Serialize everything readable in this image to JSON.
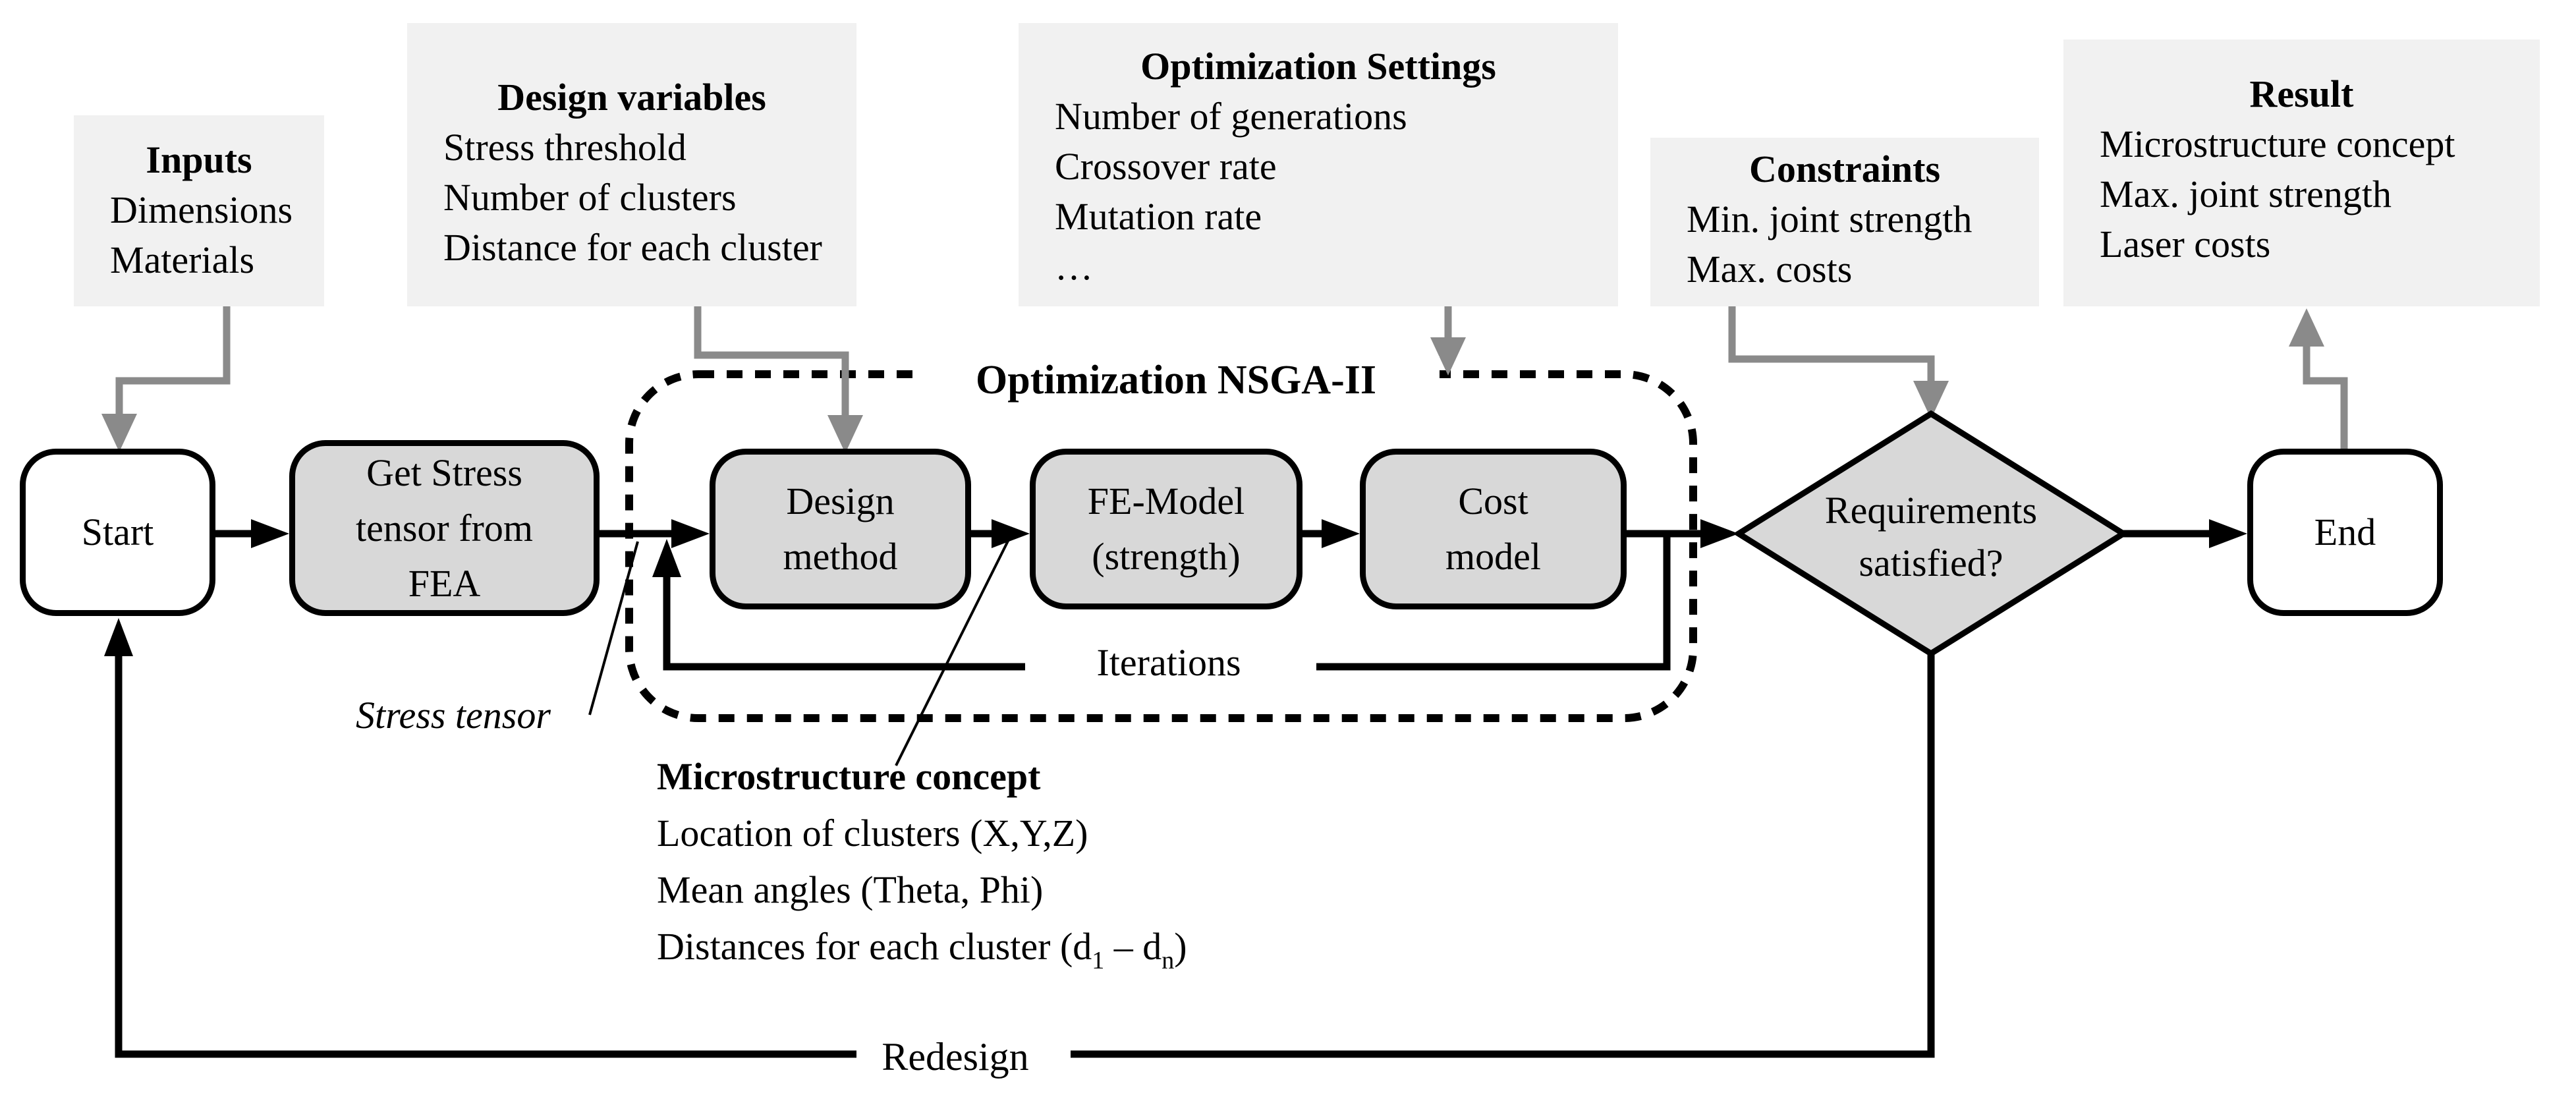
{
  "panels": {
    "inputs": {
      "title": "Inputs",
      "lines": [
        "Dimensions",
        "Materials"
      ]
    },
    "design_variables": {
      "title": "Design variables",
      "lines": [
        "Stress threshold",
        "Number of clusters",
        "Distance for each cluster"
      ]
    },
    "optimization_settings": {
      "title": "Optimization Settings",
      "lines": [
        "Number of generations",
        "Crossover rate",
        "Mutation rate",
        "…"
      ]
    },
    "constraints": {
      "title": "Constraints",
      "lines": [
        "Min. joint strength",
        "Max. costs"
      ]
    },
    "result": {
      "title": "Result",
      "lines": [
        "Microstructure concept",
        "Max. joint strength",
        "Laser costs"
      ]
    }
  },
  "nodes": {
    "start": {
      "label": "Start"
    },
    "get_stress": {
      "label": "Get Stress tensor from FEA"
    },
    "design_method": {
      "label": "Design method"
    },
    "fe_model": {
      "label": "FE-Model (strength)"
    },
    "cost_model": {
      "label": "Cost model"
    },
    "decision": {
      "label": "Requirements satisfied?"
    },
    "end": {
      "label": "End"
    }
  },
  "labels": {
    "optimization_group": "Optimization NSGA-II",
    "iterations": "Iterations",
    "stress_tensor": "Stress tensor",
    "redesign": "Redesign",
    "microstructure": {
      "title": "Microstructure concept",
      "line1": "Location of clusters (X,Y,Z)",
      "line2": "Mean angles (Theta, Phi)",
      "line3_parts": [
        "Distances for each cluster (d",
        "1",
        " – d",
        "n",
        ")"
      ]
    }
  },
  "colors": {
    "panel_fill": "#f1f1f1",
    "node_fill": "#d8d8d8",
    "connector_gray": "#8a8a8a",
    "line_black": "#000000"
  }
}
